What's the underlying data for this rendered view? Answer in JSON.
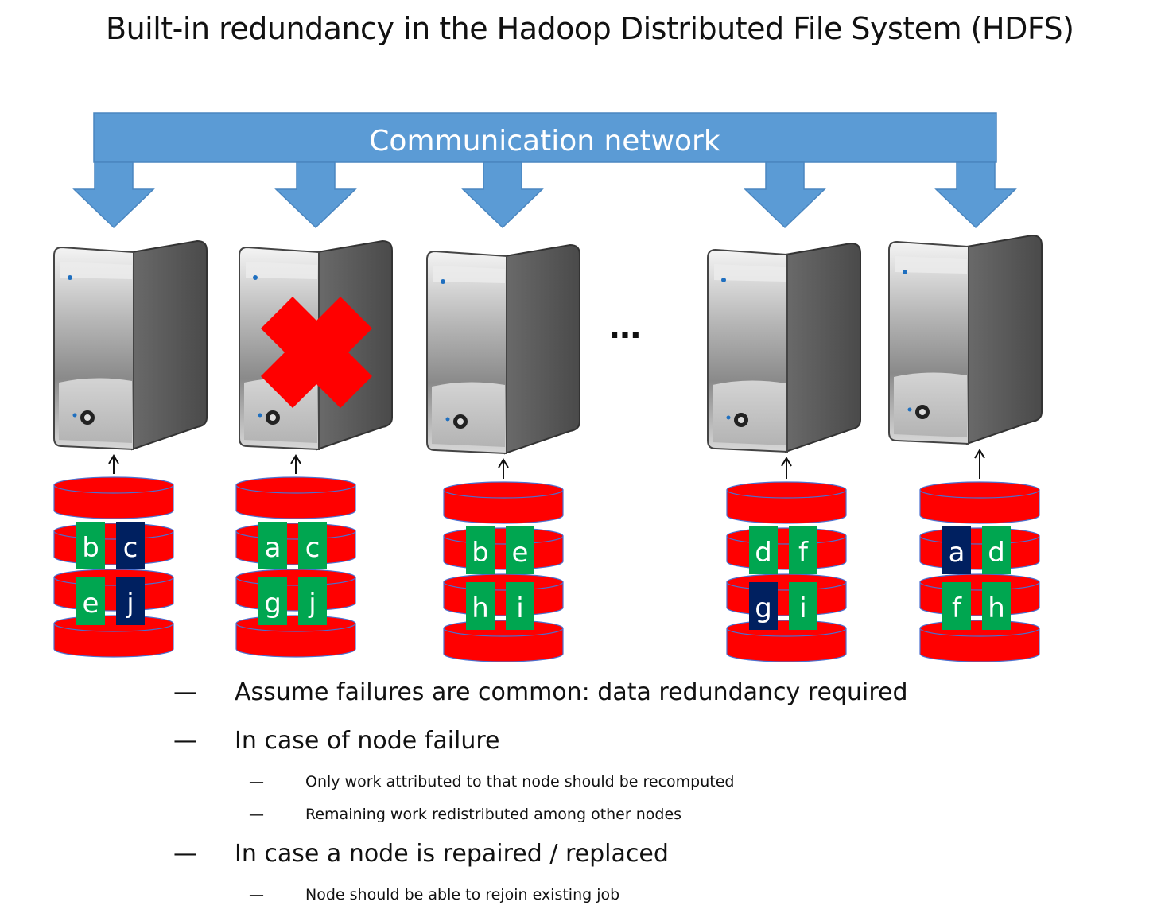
{
  "title": "Built-in redundancy in the Hadoop Distributed File System (HDFS)",
  "network": {
    "label": "Communication network",
    "color": "#5b9bd5"
  },
  "ellipsis": "…",
  "colors": {
    "disk": "#ff0000",
    "block_green": "#00a650",
    "block_navy": "#002060",
    "cross": "#ff0000"
  },
  "nodes": [
    {
      "failed": false,
      "rows": [
        [
          {
            "l": "b",
            "c": "green"
          },
          {
            "l": "c",
            "c": "navy"
          }
        ],
        [
          {
            "l": "e",
            "c": "green"
          },
          {
            "l": "j",
            "c": "navy"
          }
        ]
      ]
    },
    {
      "failed": true,
      "rows": [
        [
          {
            "l": "a",
            "c": "green"
          },
          {
            "l": "c",
            "c": "green"
          }
        ],
        [
          {
            "l": "g",
            "c": "green"
          },
          {
            "l": "j",
            "c": "green"
          }
        ]
      ]
    },
    {
      "failed": false,
      "rows": [
        [
          {
            "l": "b",
            "c": "green"
          },
          {
            "l": "e",
            "c": "green"
          }
        ],
        [
          {
            "l": "h",
            "c": "green"
          },
          {
            "l": "i",
            "c": "green"
          }
        ]
      ]
    },
    {
      "failed": false,
      "rows": [
        [
          {
            "l": "d",
            "c": "green"
          },
          {
            "l": "f",
            "c": "green"
          }
        ],
        [
          {
            "l": "g",
            "c": "navy"
          },
          {
            "l": "i",
            "c": "green"
          }
        ]
      ]
    },
    {
      "failed": false,
      "rows": [
        [
          {
            "l": "a",
            "c": "navy"
          },
          {
            "l": "d",
            "c": "green"
          }
        ],
        [
          {
            "l": "f",
            "c": "green"
          },
          {
            "l": "h",
            "c": "green"
          }
        ]
      ]
    }
  ],
  "bullets": [
    {
      "level": 1,
      "text": "Assume failures are common: data redundancy required"
    },
    {
      "level": 1,
      "text": "In case of node failure"
    },
    {
      "level": 2,
      "text": "Only work attributed to that node should be recomputed"
    },
    {
      "level": 2,
      "text": "Remaining work redistributed among other nodes"
    },
    {
      "level": 1,
      "text": "In case a node is repaired / replaced"
    },
    {
      "level": 2,
      "text": "Node should be able to rejoin existing job"
    }
  ],
  "bullet_marker": "—"
}
